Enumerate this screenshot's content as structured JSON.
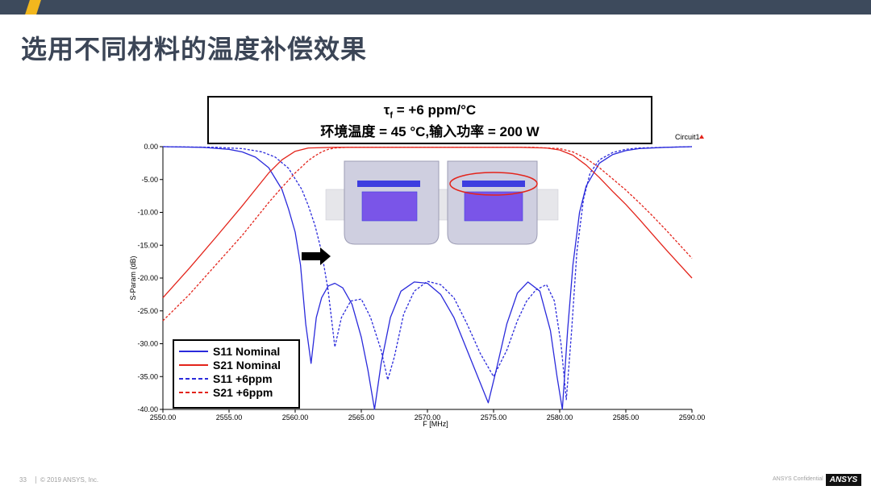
{
  "header": {
    "title": "选用不同材料的温度补偿效果"
  },
  "callout": {
    "tau_symbol": "τ",
    "tau_sub": "f",
    "tau_value": "= +6 ppm/°C",
    "condition": "环境温度 = 45 °C,输入功率 = 200 W"
  },
  "footer": {
    "page_number": "33",
    "copyright": "© 2019 ANSYS, Inc.",
    "confidential": "ANSYS Confidential",
    "logo_text": "ANSYS"
  },
  "colors": {
    "s11": "#2a2adb",
    "s21": "#e3241b",
    "topbar": "#3d4a5c",
    "accent": "#f2b71e"
  },
  "chart_data": {
    "type": "line",
    "title": "",
    "corner_label": "Circuit1",
    "xlabel": "F [MHz]",
    "ylabel": "S-Param (dB)",
    "xlim": [
      2550,
      2590
    ],
    "ylim": [
      -40,
      0
    ],
    "x_ticks": [
      "2550.00",
      "2555.00",
      "2560.00",
      "2565.00",
      "2570.00",
      "2575.00",
      "2580.00",
      "2585.00",
      "2590.00"
    ],
    "y_ticks": [
      "0.00",
      "-5.00",
      "-10.00",
      "-15.00",
      "-20.00",
      "-25.00",
      "-30.00",
      "-35.00",
      "-40.00"
    ],
    "legend_position": "bottom-left",
    "series": [
      {
        "name": "S11 Nominal",
        "color": "#2a2adb",
        "dash": "solid",
        "x": [
          2550,
          2553,
          2555,
          2556,
          2557,
          2558,
          2559,
          2559.5,
          2560,
          2560.4,
          2560.8,
          2561.2,
          2561.6,
          2562,
          2562.5,
          2563,
          2563.6,
          2564.3,
          2565,
          2565.5,
          2566,
          2566.5,
          2567.2,
          2568,
          2569,
          2570,
          2571,
          2572,
          2573,
          2574,
          2574.6,
          2575.2,
          2576,
          2576.8,
          2577.6,
          2578.5,
          2579.3,
          2579.8,
          2580.2,
          2580.6,
          2581,
          2581.5,
          2582,
          2583,
          2584,
          2585,
          2586,
          2588,
          2590
        ],
        "y": [
          0,
          -0.1,
          -0.4,
          -0.8,
          -1.6,
          -3.2,
          -6.5,
          -9.5,
          -13,
          -18,
          -27,
          -33,
          -26,
          -23,
          -21.2,
          -20.8,
          -21.5,
          -24,
          -29,
          -34,
          -40,
          -33,
          -26,
          -22,
          -20.6,
          -20.8,
          -22.5,
          -26,
          -31,
          -36,
          -39,
          -34,
          -27,
          -22.3,
          -20.6,
          -22,
          -28,
          -35,
          -40,
          -28,
          -18,
          -10,
          -6,
          -2.5,
          -1.2,
          -0.6,
          -0.3,
          -0.1,
          0
        ]
      },
      {
        "name": "S21 Nominal",
        "color": "#e3241b",
        "dash": "solid",
        "x": [
          2550,
          2552,
          2554,
          2556,
          2557,
          2558,
          2559,
          2560,
          2561,
          2563,
          2566,
          2570,
          2574,
          2577,
          2579,
          2580,
          2581,
          2582,
          2583,
          2584,
          2585,
          2586,
          2587,
          2588,
          2589,
          2590
        ],
        "y": [
          -23,
          -18.5,
          -13.8,
          -9,
          -6.5,
          -4,
          -2,
          -0.7,
          -0.2,
          -0.1,
          -0.1,
          -0.1,
          -0.1,
          -0.1,
          -0.2,
          -0.5,
          -1.3,
          -2.8,
          -4.7,
          -6.8,
          -8.8,
          -11,
          -13.3,
          -15.6,
          -17.8,
          -20
        ]
      },
      {
        "name": "S11 +6ppm",
        "color": "#2a2adb",
        "dash": "dashed",
        "x": [
          2550,
          2554,
          2556,
          2557.5,
          2558.5,
          2559.5,
          2560.5,
          2561,
          2561.5,
          2562,
          2562.5,
          2563,
          2563.5,
          2564.2,
          2565,
          2565.7,
          2566.5,
          2567,
          2567.5,
          2568.2,
          2569,
          2570,
          2571,
          2572,
          2573,
          2574,
          2575,
          2576,
          2576.8,
          2577.5,
          2578.2,
          2579,
          2579.6,
          2580.1,
          2580.5,
          2580.9,
          2581.3,
          2581.8,
          2582.3,
          2583,
          2584,
          2585,
          2586,
          2588,
          2590
        ],
        "y": [
          0,
          -0.1,
          -0.3,
          -0.8,
          -1.6,
          -3.3,
          -6.5,
          -9,
          -12,
          -16,
          -22,
          -30.5,
          -26,
          -23.5,
          -23.2,
          -26,
          -31,
          -35.5,
          -32,
          -25.5,
          -22,
          -20.5,
          -21,
          -23,
          -27,
          -31.5,
          -35,
          -31,
          -26.5,
          -23.5,
          -21.8,
          -21,
          -23.5,
          -30,
          -38.5,
          -28,
          -16,
          -8,
          -4,
          -2,
          -0.9,
          -0.4,
          -0.2,
          -0.1,
          0
        ]
      },
      {
        "name": "S21 +6ppm",
        "color": "#e3241b",
        "dash": "dashed",
        "x": [
          2550,
          2552,
          2554,
          2556,
          2558,
          2559,
          2560,
          2561,
          2561.5,
          2562,
          2562.5,
          2563,
          2564,
          2566,
          2570,
          2574,
          2578,
          2580,
          2581,
          2582,
          2583,
          2584,
          2585,
          2586,
          2587,
          2588,
          2589,
          2590
        ],
        "y": [
          -26.5,
          -22.5,
          -18,
          -13.5,
          -8.5,
          -6.2,
          -4,
          -2.1,
          -1.4,
          -0.8,
          -0.4,
          -0.2,
          -0.1,
          -0.1,
          -0.1,
          -0.1,
          -0.1,
          -0.3,
          -0.8,
          -1.8,
          -3.2,
          -4.9,
          -6.6,
          -8.5,
          -10.5,
          -12.6,
          -14.8,
          -17
        ]
      }
    ]
  }
}
